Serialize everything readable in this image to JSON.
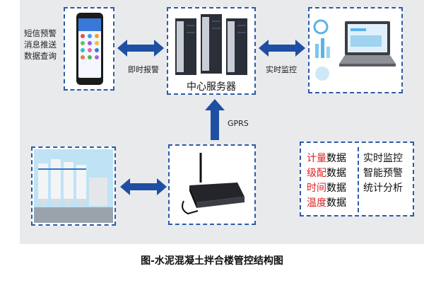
{
  "phone_box": {
    "lines": [
      "短信预警",
      "消息推送",
      "数据查询"
    ]
  },
  "arrow_labels": {
    "report": "即时报警",
    "monitor": "实时监控",
    "gprs": "GPRS"
  },
  "server_box": {
    "title": "中心服务器"
  },
  "info_box": {
    "left_rows": [
      {
        "red": "计量",
        "black": "数据"
      },
      {
        "red": "级配",
        "black": "数据"
      },
      {
        "red": "时间",
        "black": "数据"
      },
      {
        "red": "温度",
        "black": "数据"
      }
    ],
    "right_rows": [
      "实时监控",
      "智能预警",
      "统计分析"
    ]
  },
  "caption": "图-水泥混凝土拌合楼管控结构图",
  "colors": {
    "dash": "#2e5aa8",
    "arrow": "#1e4fa3",
    "red_text": "#e02020",
    "panel_bg": "#e9eaec"
  },
  "icons": [
    "smartphone-icon",
    "server-rack-icon",
    "laptop-icon",
    "cement-silo-icon",
    "gprs-modem-icon"
  ]
}
